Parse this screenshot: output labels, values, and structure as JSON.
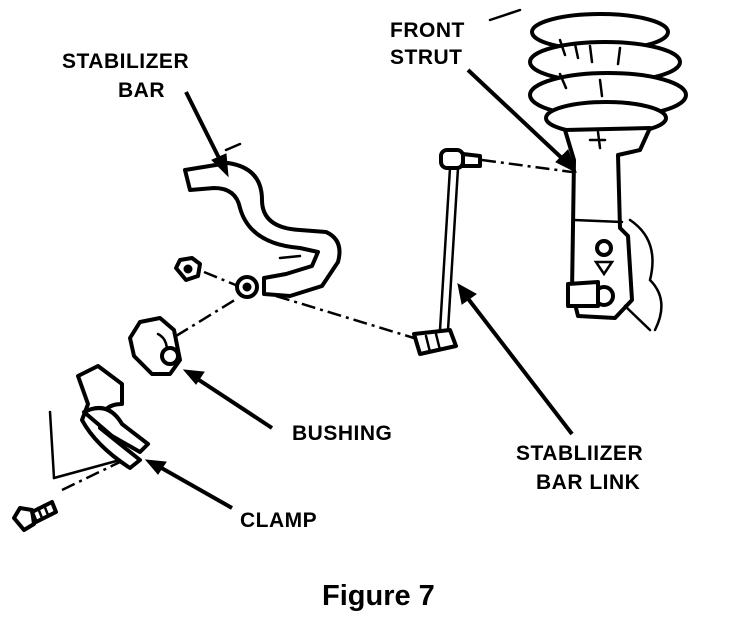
{
  "labels": {
    "stabilizer_bar": [
      "STABILIZER",
      "BAR"
    ],
    "front_strut": [
      "FRONT",
      "STRUT"
    ],
    "bushing": "BUSHING",
    "stabilizer_bar_link": [
      "STABLIIZER",
      "BAR LINK"
    ],
    "clamp": "CLAMP"
  },
  "caption": "Figure 7"
}
